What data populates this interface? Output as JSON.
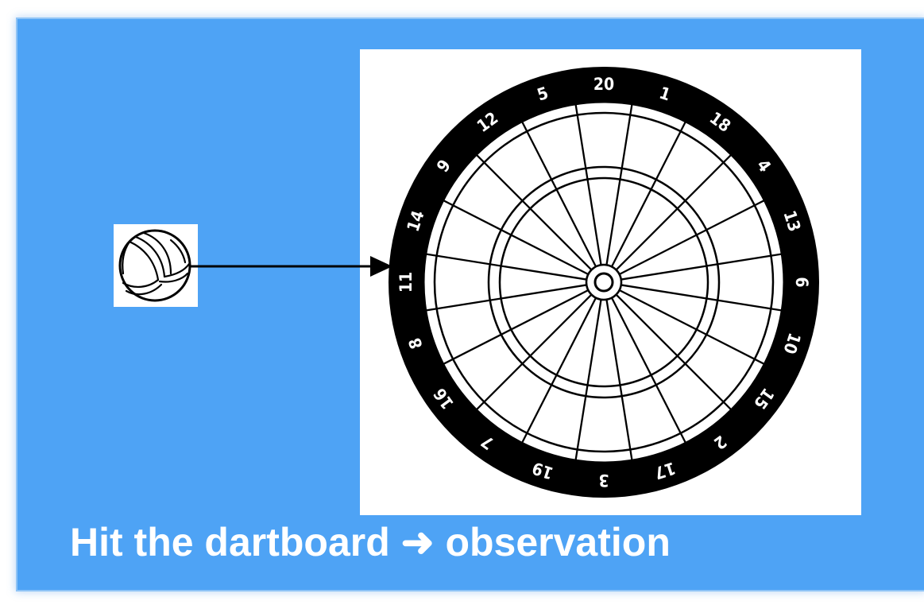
{
  "caption": "Hit the dartboard ➜ observation",
  "dartboard": {
    "numbers": [
      "20",
      "1",
      "18",
      "4",
      "13",
      "6",
      "10",
      "15",
      "2",
      "17",
      "3",
      "19",
      "7",
      "16",
      "8",
      "11",
      "14",
      "9",
      "12",
      "5"
    ]
  },
  "icons": {
    "ball": "volleyball-icon",
    "arrow": "right-arrow",
    "board": "dartboard"
  },
  "colors": {
    "background": "#4ea3f5",
    "panel": "#ffffff",
    "ink": "#000000",
    "caption": "#ffffff"
  }
}
